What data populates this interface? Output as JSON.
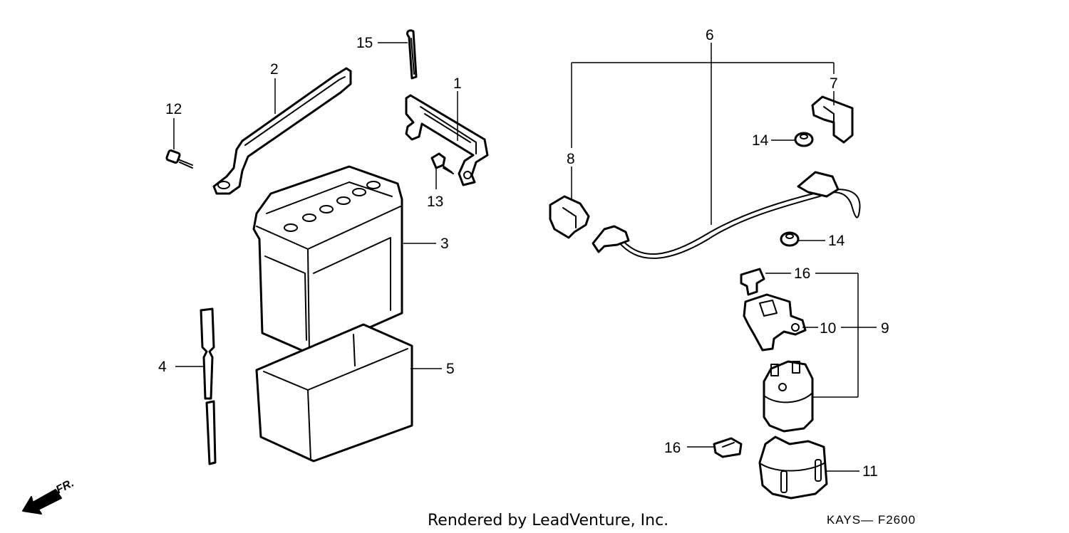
{
  "credit": "Rendered by LeadVenture, Inc.",
  "diagram_code": "KAYS— F2600",
  "direction_label": "FR.",
  "callouts": [
    {
      "id": "c1",
      "text": "1"
    },
    {
      "id": "c2",
      "text": "2"
    },
    {
      "id": "c3",
      "text": "3"
    },
    {
      "id": "c4",
      "text": "4"
    },
    {
      "id": "c5",
      "text": "5"
    },
    {
      "id": "c6",
      "text": "6"
    },
    {
      "id": "c7",
      "text": "7"
    },
    {
      "id": "c8",
      "text": "8"
    },
    {
      "id": "c9",
      "text": "9"
    },
    {
      "id": "c10",
      "text": "10"
    },
    {
      "id": "c11",
      "text": "11"
    },
    {
      "id": "c12",
      "text": "12"
    },
    {
      "id": "c13",
      "text": "13"
    },
    {
      "id": "c14a",
      "text": "14"
    },
    {
      "id": "c14b",
      "text": "14"
    },
    {
      "id": "c15",
      "text": "15"
    },
    {
      "id": "c16a",
      "text": "16"
    },
    {
      "id": "c16b",
      "text": "16"
    }
  ]
}
